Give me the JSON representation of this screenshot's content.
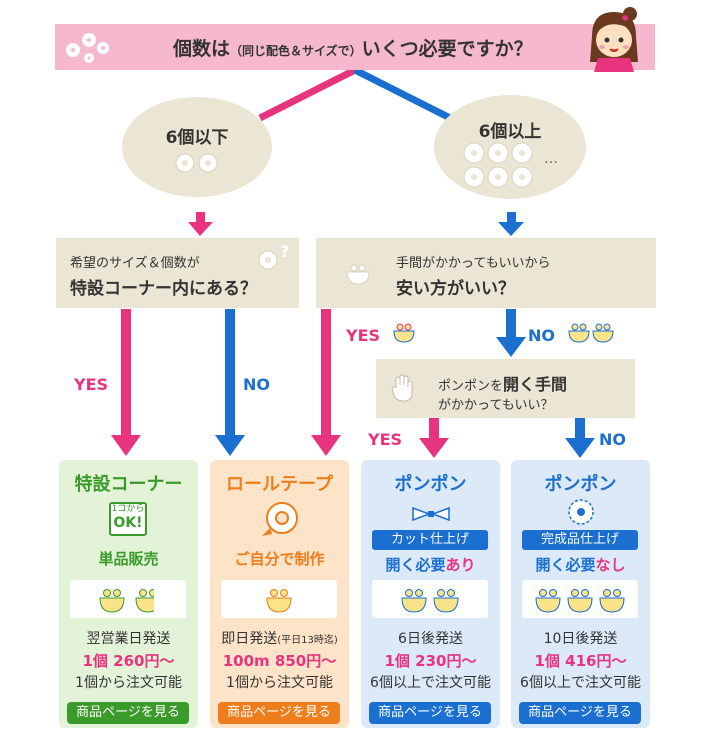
{
  "header": {
    "q_part1": "個数は",
    "q_part2": "（同じ配色＆サイズで）",
    "q_part3": "いくつ必要ですか？"
  },
  "left_circle": {
    "label": "6個以下"
  },
  "right_circle": {
    "label": "6個以上",
    "ellipsis": "…"
  },
  "left_question": {
    "line1": "希望のサイズ＆個数が",
    "line2": "特設コーナー内にある？"
  },
  "right_question": {
    "line1": "手間がかかってもいいから",
    "line2": "安い方がいい？"
  },
  "middle_question": {
    "line1_a": "ポンポンを",
    "line1_b": "開く手間",
    "line2": "がかかってもいい？"
  },
  "branch_labels": {
    "yes_left": "YES",
    "no_left": "NO",
    "yes_right": "YES",
    "no_right": "NO",
    "yes_mid": "YES",
    "no_mid": "NO"
  },
  "cards": [
    {
      "title": "特設コーナー",
      "badge_top": "1コから",
      "badge_main": "OK!",
      "sub": "単品販売",
      "ship": "翌営業日発送",
      "price": "1個 260円～",
      "min": "1個から注文可能",
      "button": "商品ページを見る"
    },
    {
      "title": "ロールテープ",
      "sub": "ご自分で制作",
      "ship_main": "即日発送",
      "ship_note": "(平日13時迄)",
      "price": "100m 850円～",
      "min": "1個から注文可能",
      "button": "商品ページを見る"
    },
    {
      "title": "ポンポン",
      "tag": "カット仕上げ",
      "sub_a": "開く必要",
      "sub_b": "あり",
      "ship": "6日後発送",
      "price": "1個 230円～",
      "min": "6個以上で注文可能",
      "button": "商品ページを見る"
    },
    {
      "title": "ポンポン",
      "tag": "完成品仕上げ",
      "sub_a": "開く必要",
      "sub_b": "なし",
      "ship": "10日後発送",
      "price": "1個 416円～",
      "min": "6個以上で注文可能",
      "button": "商品ページを見る"
    }
  ],
  "colors": {
    "pink": "#e8337f",
    "blue": "#1a6fd1",
    "green_card": "#e3f3d8",
    "orange_card": "#fde3c8",
    "blue_card": "#dbe9f8",
    "beige": "#ebe6d3",
    "header_pink": "#f6b8cf"
  }
}
